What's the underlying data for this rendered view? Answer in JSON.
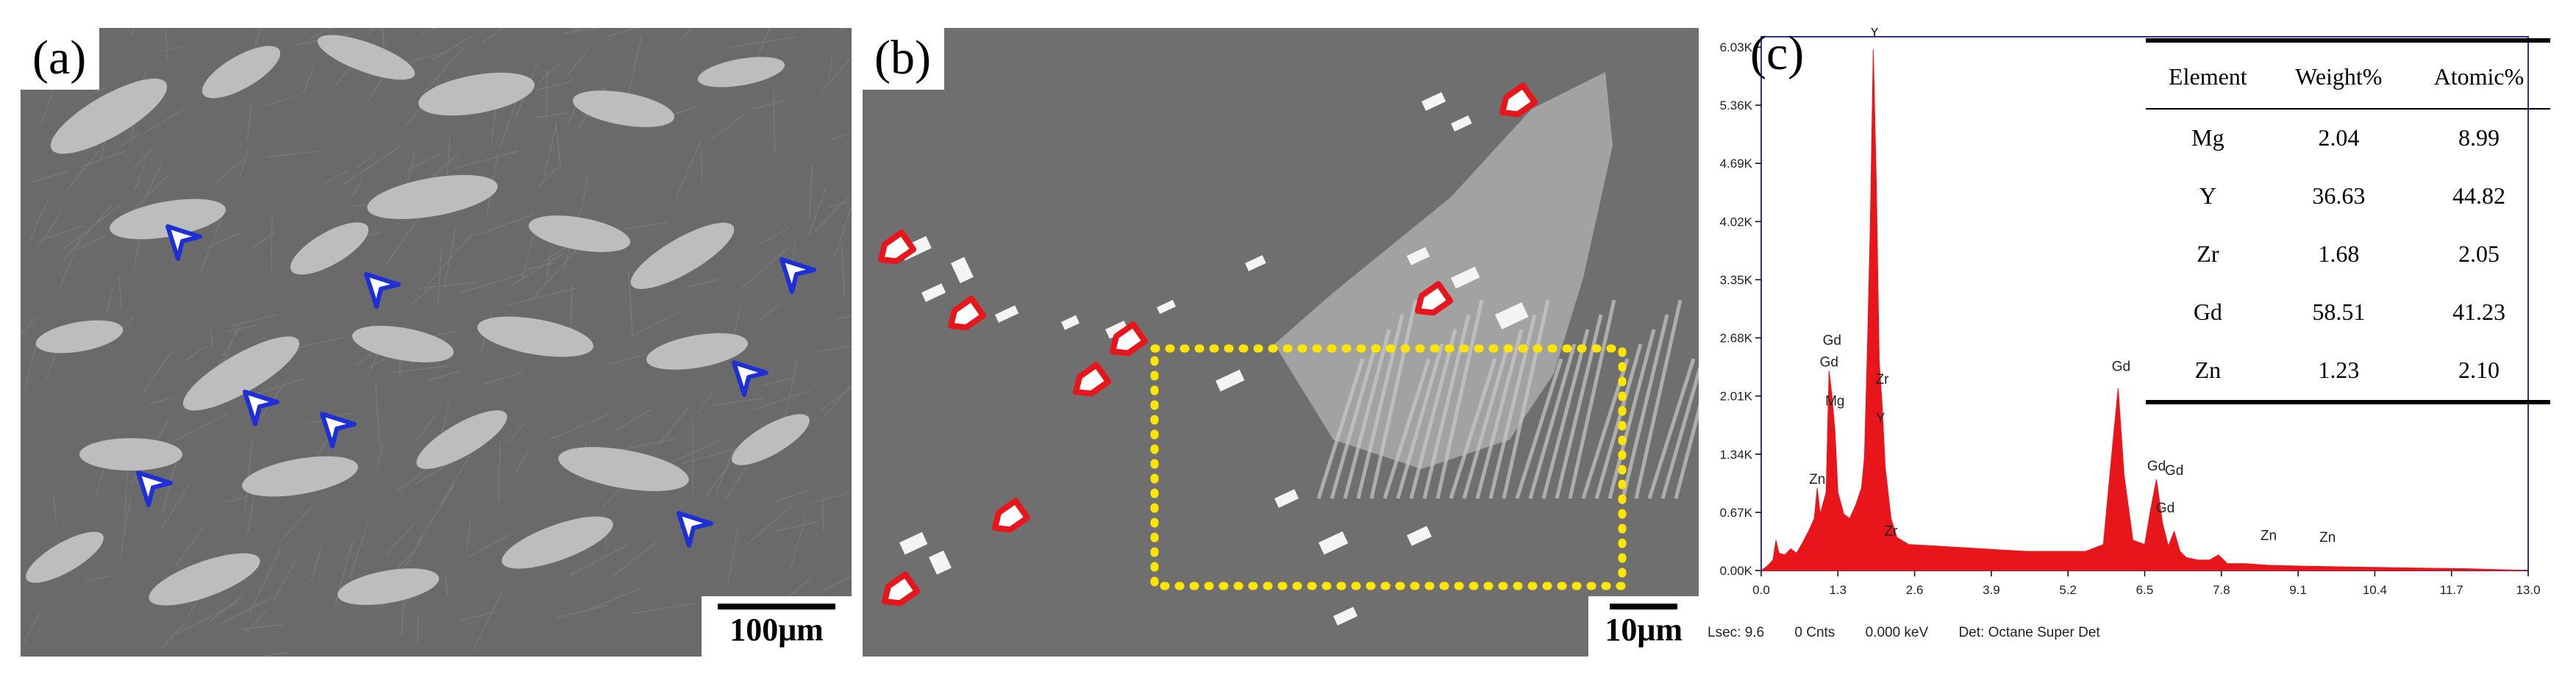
{
  "panel_a": {
    "letter": "(a)",
    "scale_label": "100μm",
    "arrow_color": "#1f2fd6"
  },
  "panel_b": {
    "letter": "(b)",
    "scale_label": "10μm",
    "arrow_color": "#e8161b",
    "box_color": "#ffe600"
  },
  "panel_c": {
    "letter": "(c)",
    "table": {
      "headers": [
        "Element",
        "Weight%",
        "Atomic%"
      ],
      "rows": [
        [
          "Mg",
          "2.04",
          "8.99"
        ],
        [
          "Y",
          "36.63",
          "44.82"
        ],
        [
          "Zr",
          "1.68",
          "2.05"
        ],
        [
          "Gd",
          "58.51",
          "41.23"
        ],
        [
          "Zn",
          "1.23",
          "2.10"
        ]
      ]
    },
    "footer": {
      "lsec": "Lsec: 9.6",
      "cnts": "0 Cnts",
      "kev": "0.000 keV",
      "det": "Det: Octane Super Det"
    }
  },
  "chart_data": {
    "type": "area",
    "color": "#e8161b",
    "xlim": [
      0.0,
      13.0
    ],
    "ylim": [
      0.0,
      6.03
    ],
    "xticks": [
      "0.0",
      "1.3",
      "2.6",
      "3.9",
      "5.2",
      "6.5",
      "7.8",
      "9.1",
      "10.4",
      "11.7",
      "13.0"
    ],
    "yticks": [
      "0.00K",
      "0.67K",
      "1.34K",
      "2.01K",
      "2.68K",
      "3.35K",
      "4.02K",
      "4.69K",
      "5.36K",
      "6.03K"
    ],
    "x": [
      0.0,
      0.1,
      0.2,
      0.25,
      0.3,
      0.4,
      0.5,
      0.6,
      0.7,
      0.8,
      0.9,
      0.95,
      1.0,
      1.1,
      1.15,
      1.2,
      1.25,
      1.3,
      1.4,
      1.5,
      1.6,
      1.7,
      1.75,
      1.8,
      1.85,
      1.9,
      1.95,
      2.0,
      2.05,
      2.1,
      2.2,
      2.3,
      2.5,
      3.0,
      3.5,
      4.0,
      4.5,
      5.0,
      5.5,
      5.8,
      5.95,
      6.05,
      6.15,
      6.3,
      6.5,
      6.6,
      6.7,
      6.8,
      6.9,
      7.0,
      7.1,
      7.2,
      7.4,
      7.6,
      7.75,
      7.9,
      8.2,
      8.6,
      9.2,
      10.0,
      11.0,
      12.0,
      13.0
    ],
    "y": [
      0.0,
      0.05,
      0.12,
      0.35,
      0.2,
      0.18,
      0.25,
      0.2,
      0.32,
      0.45,
      0.6,
      0.95,
      0.65,
      0.9,
      2.3,
      2.0,
      1.6,
      0.9,
      0.65,
      0.6,
      0.75,
      0.95,
      1.3,
      2.55,
      4.0,
      6.0,
      4.5,
      2.4,
      1.9,
      1.2,
      0.6,
      0.38,
      0.3,
      0.28,
      0.26,
      0.24,
      0.22,
      0.22,
      0.22,
      0.3,
      1.4,
      2.1,
      1.1,
      0.35,
      0.3,
      0.7,
      1.05,
      0.55,
      0.28,
      0.45,
      0.22,
      0.15,
      0.12,
      0.12,
      0.18,
      0.08,
      0.08,
      0.06,
      0.05,
      0.04,
      0.03,
      0.02,
      0.0
    ],
    "peak_labels": [
      {
        "text": "Y",
        "x": 1.92,
        "y": 6.1
      },
      {
        "text": "Gd",
        "x": 1.2,
        "y": 2.55
      },
      {
        "text": "Gd",
        "x": 1.15,
        "y": 2.3
      },
      {
        "text": "Mg",
        "x": 1.25,
        "y": 1.85
      },
      {
        "text": "Zn",
        "x": 0.95,
        "y": 0.95
      },
      {
        "text": "Zr",
        "x": 2.05,
        "y": 2.1
      },
      {
        "text": "Y",
        "x": 2.02,
        "y": 1.65
      },
      {
        "text": "Zr",
        "x": 2.2,
        "y": 0.35
      },
      {
        "text": "Gd",
        "x": 6.1,
        "y": 2.25
      },
      {
        "text": "Gd",
        "x": 6.7,
        "y": 1.1
      },
      {
        "text": "Gd",
        "x": 7.0,
        "y": 1.05
      },
      {
        "text": "Gd",
        "x": 6.85,
        "y": 0.62
      },
      {
        "text": "Zn",
        "x": 8.6,
        "y": 0.3
      },
      {
        "text": "Zn",
        "x": 9.6,
        "y": 0.28
      }
    ]
  }
}
